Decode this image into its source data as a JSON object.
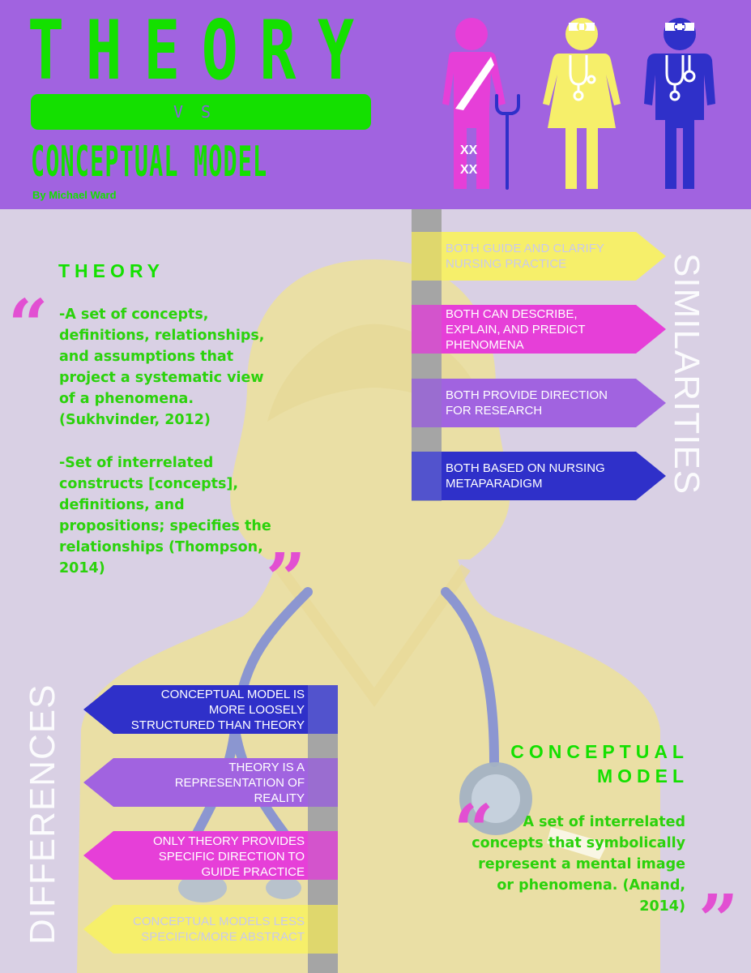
{
  "header": {
    "title_line1": "THEORY",
    "vs": "VS",
    "title_line2": "CONCEPTUAL MODEL",
    "byline": "By Michael Ward",
    "figure_labels": {
      "patient_bandage": "XX"
    }
  },
  "theory": {
    "heading": "THEORY",
    "definition1": "-A set of concepts,\ndefinitions, relationships,\nand assumptions that\nproject a systematic view\nof a phenomena.\n(Sukhvinder, 2012)",
    "definition2": "-Set of interrelated\nconstructs [concepts],\ndefinitions, and\npropositions; specifies the\nrelationships (Thompson,\n2014)",
    "open_quote": "“",
    "close_quote": "”"
  },
  "similarities": {
    "label": "SIMILARITIES",
    "items": [
      {
        "text": "BOTH GUIDE AND CLARIFY\nNURSING PRACTICE",
        "color": "#f6ef6a",
        "text_color": "#c9c9ee"
      },
      {
        "text": "BOTH CAN DESCRIBE,\nEXPLAIN, AND PREDICT\nPHENOMENA",
        "color": "#e63fd8",
        "text_color": "#ffffff"
      },
      {
        "text": "BOTH PROVIDE DIRECTION\nFOR RESEARCH",
        "color": "#a163e0",
        "text_color": "#ffffff"
      },
      {
        "text": "BOTH BASED ON NURSING\nMETAPARADIGM",
        "color": "#2f30c9",
        "text_color": "#ffffff"
      }
    ]
  },
  "differences": {
    "label": "DIFFERENCES",
    "items": [
      {
        "text": "CONCEPTUAL MODEL IS\nMORE LOOSELY\nSTRUCTURED THAN THEORY",
        "color": "#2f30c9",
        "text_color": "#ffffff"
      },
      {
        "text": "THEORY IS A\nREPRESENTATION OF\nREALITY",
        "color": "#a163e0",
        "text_color": "#ffffff"
      },
      {
        "text": "ONLY THEORY PROVIDES\nSPECIFIC DIRECTION TO\nGUIDE PRACTICE",
        "color": "#e63fd8",
        "text_color": "#ffffff"
      },
      {
        "text": "CONCEPTUAL MODELS LESS\nSPECIFIC/MORE ABSTRACT",
        "color": "#f6ef6a",
        "text_color": "#c9c9ee"
      }
    ]
  },
  "conceptual_model": {
    "heading_line1": "CONCEPTUAL",
    "heading_line2": "MODEL",
    "definition": "A set of interrelated\nconcepts that symbolically\nrepresent a mental image\nor phenomena. (Anand,\n2014)",
    "open_quote": "“",
    "close_quote": "”"
  },
  "colors": {
    "header_bg": "#a163e0",
    "body_bg": "#d9d0e4",
    "accent_green": "#14e000",
    "pink": "#e63fd8",
    "yellow": "#f6ef6a",
    "blue": "#2f30c9",
    "nurse_silhouette": "#ece0a0",
    "stethoscope": "#7b8ad8"
  }
}
